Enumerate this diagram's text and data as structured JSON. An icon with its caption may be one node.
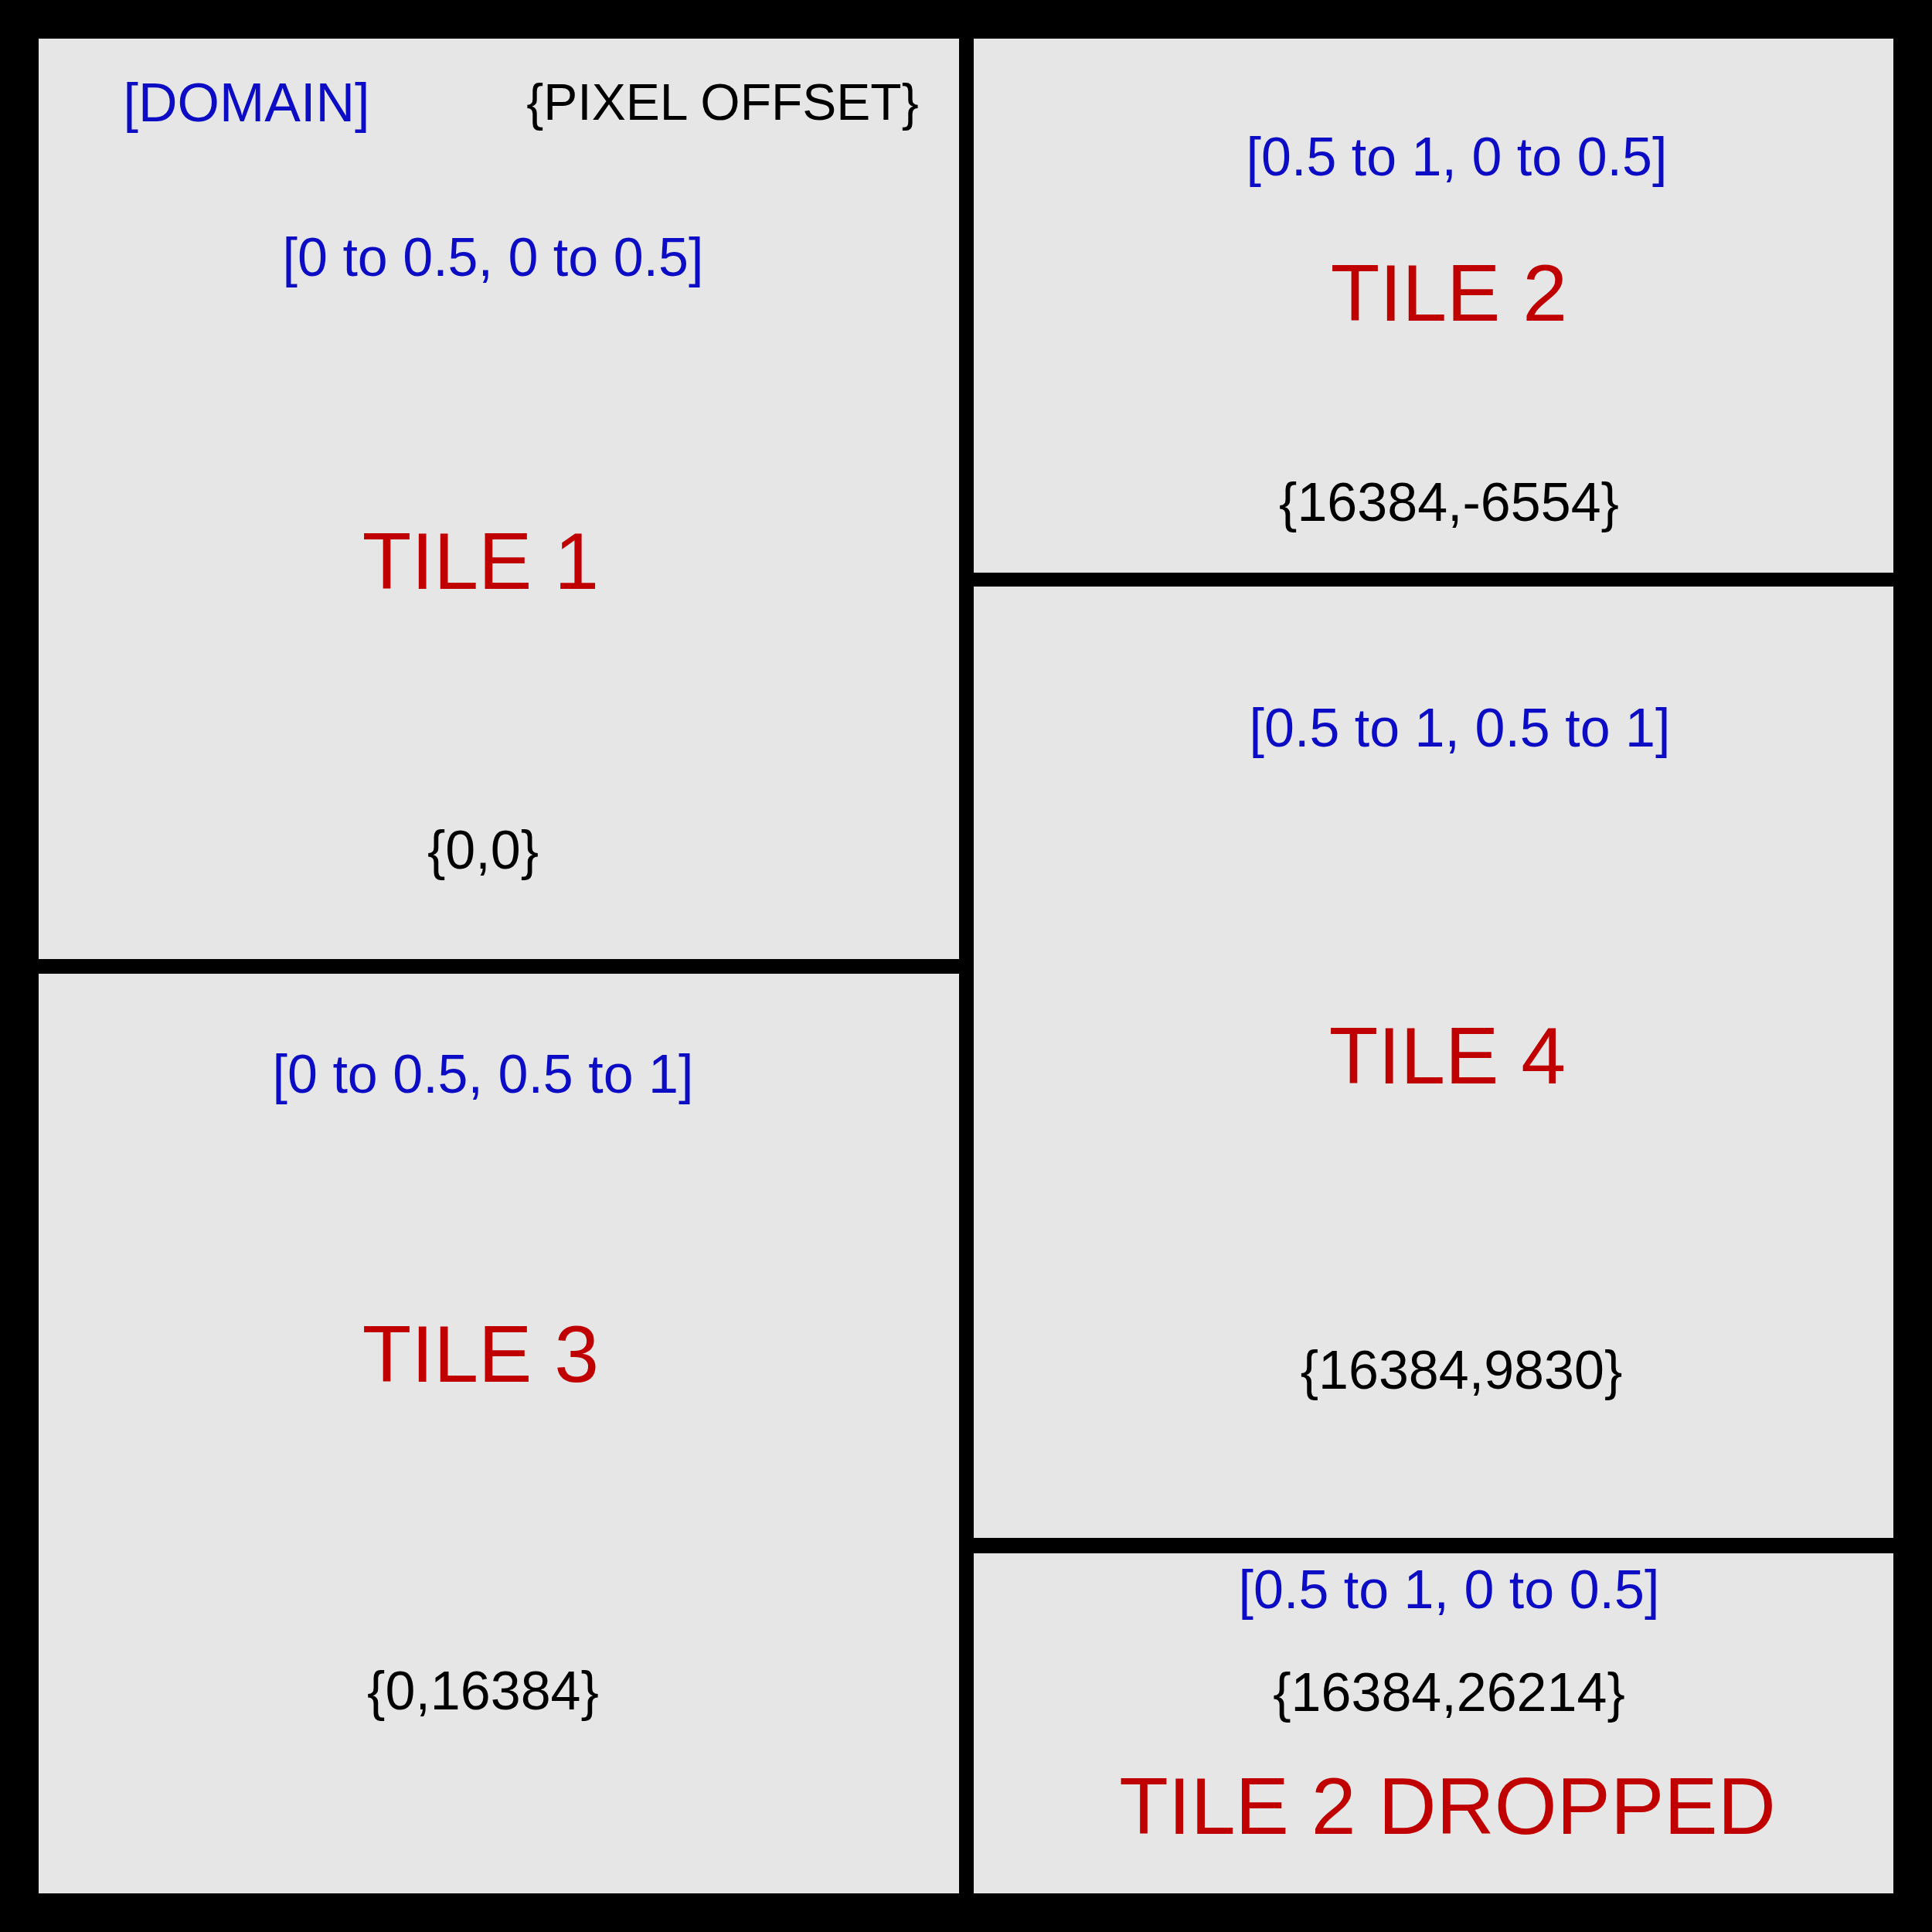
{
  "diagram": {
    "nodes": [
      {
        "text": [
          "[0 to 0.5, 0 to 0.5]",
          "TILE 1",
          "{0,0}"
        ]
      },
      {
        "text": [
          "[0.5 to 1, 0 to 0.5]",
          "TILE 2",
          "{16384,-6554}"
        ]
      },
      {
        "text": [
          "[0 to 0.5, 0.5 to 1]",
          "TILE 3",
          "{0,16384}"
        ]
      },
      {
        "text": [
          "[0.5 to 1, 0.5 to 1]",
          "TILE 4",
          "{16384,9830}"
        ]
      },
      {
        "text": [
          "[0.5 to 1, 0 to 0.5]",
          "{16384,26214}",
          "TILE 2 DROPPED"
        ]
      }
    ],
    "labels": [
      "[DOMAIN]",
      "{PIXEL OFFSET}"
    ]
  }
}
